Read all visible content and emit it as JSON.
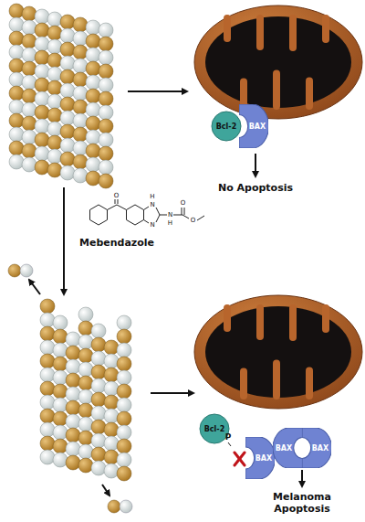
{
  "diagram": {
    "nodes": [
      {
        "text": [
          "Bcl-2"
        ]
      },
      {
        "text": [
          "BAX"
        ]
      },
      {
        "text": [
          "Bcl-2"
        ]
      },
      {
        "text": [
          "BAX"
        ]
      },
      {
        "text": [
          "BAX"
        ]
      },
      {
        "text": [
          "BAX"
        ]
      }
    ],
    "labels": [
      "No Apoptosis",
      "Mebendazole",
      "P",
      "Melanoma Apoptosis",
      "O",
      "N",
      "H",
      "N",
      "N",
      "H",
      "O",
      "O"
    ]
  }
}
